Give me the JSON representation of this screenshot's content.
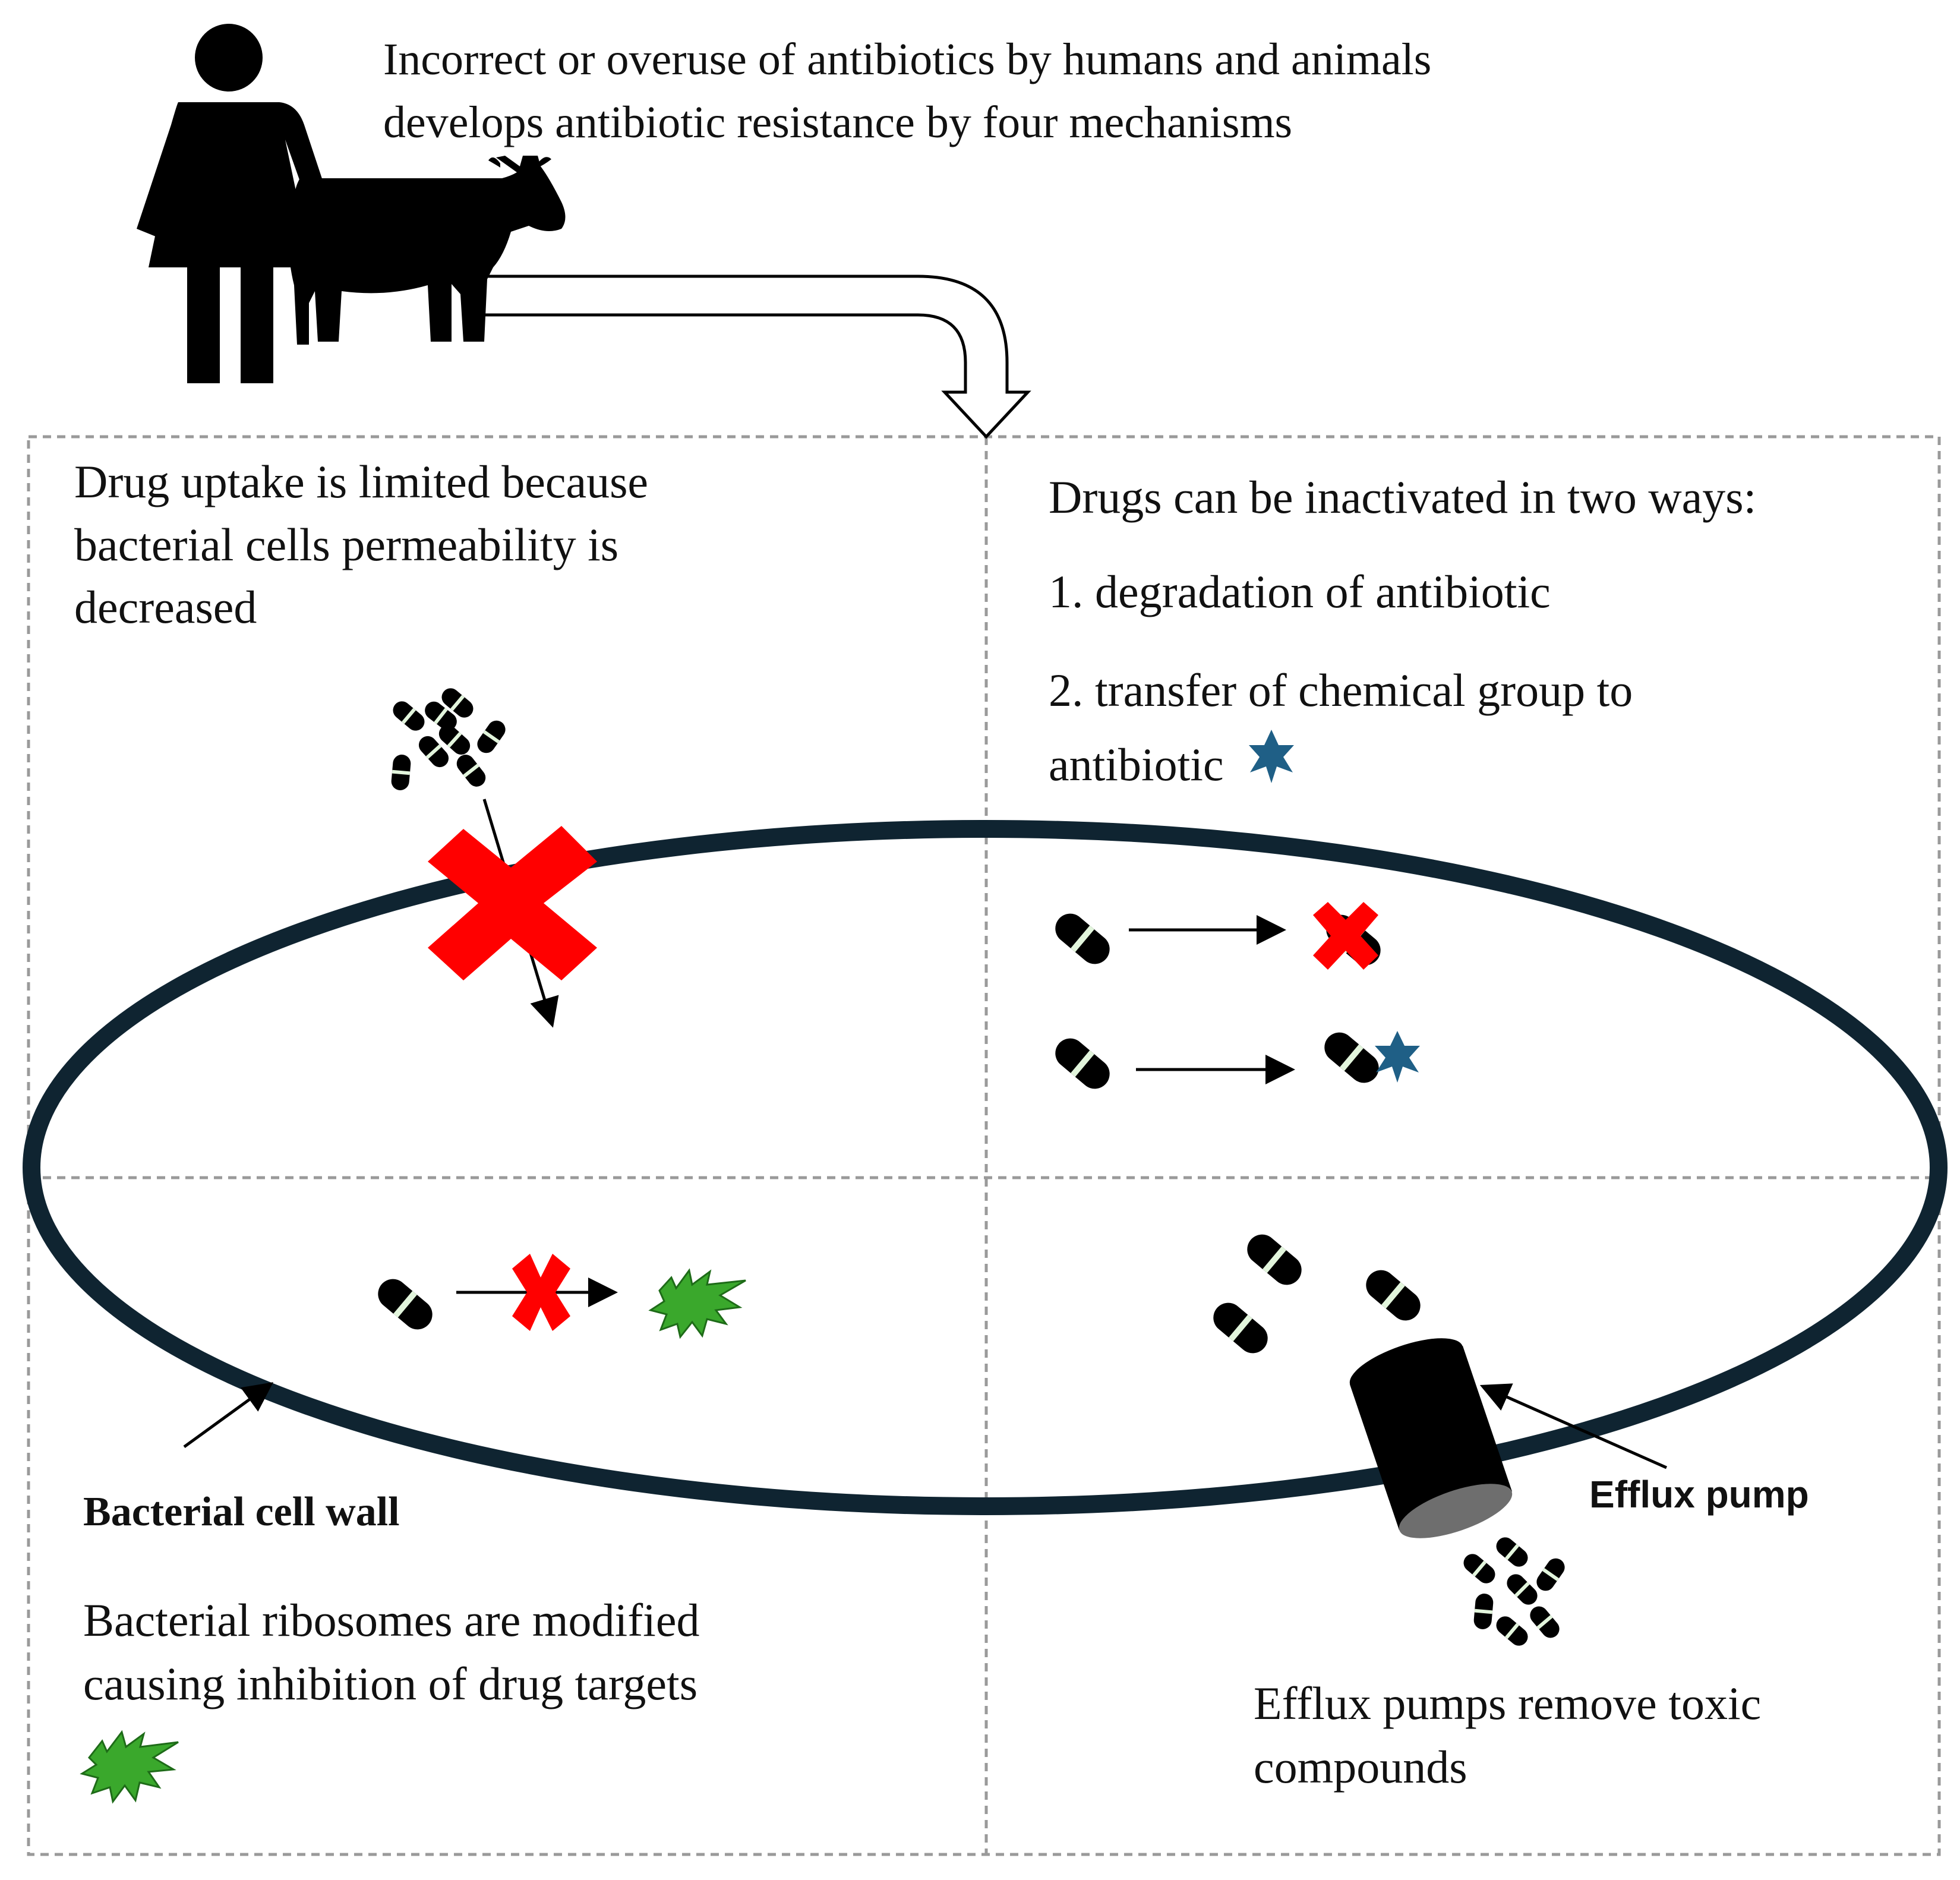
{
  "header": {
    "line1": "Incorrect or overuse of antibiotics by humans and animals",
    "line2": "develops antibiotic resistance by four mechanisms"
  },
  "quadrants": {
    "top_left": {
      "lines": [
        "Drug uptake is limited because",
        "bacterial cells permeability is",
        "decreased"
      ]
    },
    "top_right": {
      "heading": "Drugs can be inactivated in two ways:",
      "item1": "1. degradation of antibiotic",
      "item2_line1": "2. transfer of chemical group to",
      "item2_line2": "antibiotic"
    },
    "bottom_left": {
      "wall_label": "Bacterial cell wall",
      "lines": [
        "Bacterial ribosomes are modified",
        "causing inhibition of drug targets"
      ]
    },
    "bottom_right": {
      "pump_label": "Efflux pump",
      "lines": [
        "Efflux pumps remove toxic",
        "compounds"
      ]
    }
  },
  "colors": {
    "cell_wall": "#0f2431",
    "cross": "#ff0000",
    "star": "#1f5f86",
    "ribosome": "#3aa82c",
    "capsule": "#000000",
    "capsule_band": "#e2f5dc",
    "pump_bottom": "#6e6e6e",
    "divider": "#9a9a9a"
  },
  "icons": [
    "person-icon",
    "cow-icon",
    "capsule-icon",
    "cross-icon",
    "star-icon",
    "ribosome-icon",
    "efflux-pump-icon"
  ]
}
